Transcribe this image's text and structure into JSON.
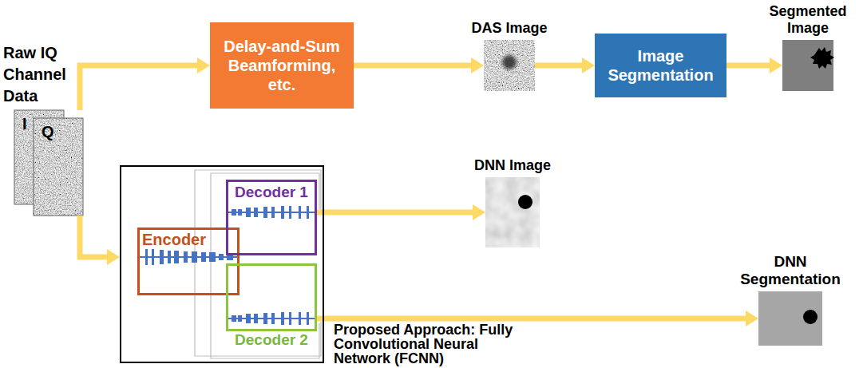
{
  "diagram": {
    "nodes": [
      {
        "text": [
          "Raw IQ Channel Data",
          "I",
          "Q"
        ]
      },
      {
        "text": [
          "Delay-and-Sum Beamforming, etc."
        ]
      },
      {
        "text": [
          "DAS Image"
        ]
      },
      {
        "text": [
          "Image Segmentation"
        ]
      },
      {
        "text": [
          "Segmented Image"
        ]
      },
      {
        "text": [
          "Proposed Approach: Fully Convolutional Neural Network (FCNN)"
        ]
      },
      {
        "text": [
          "Encoder"
        ],
        "in": 5
      },
      {
        "text": [
          "Decoder 1"
        ],
        "in": 5
      },
      {
        "text": [
          "Decoder 2"
        ],
        "in": 5
      },
      {
        "text": [
          "DNN Image"
        ]
      },
      {
        "text": [
          "DNN Segmentation"
        ]
      }
    ],
    "edges": [
      {
        "from": 0,
        "to": 1,
        "arrow": "to"
      },
      {
        "from": 1,
        "to": 2,
        "arrow": "to"
      },
      {
        "from": 2,
        "to": 3,
        "arrow": "to"
      },
      {
        "from": 3,
        "to": 4,
        "arrow": "to"
      },
      {
        "from": 0,
        "to": 5,
        "arrow": "to"
      },
      {
        "from": 7,
        "to": 9,
        "arrow": "to"
      },
      {
        "from": 8,
        "to": 10,
        "arrow": "to"
      }
    ]
  }
}
